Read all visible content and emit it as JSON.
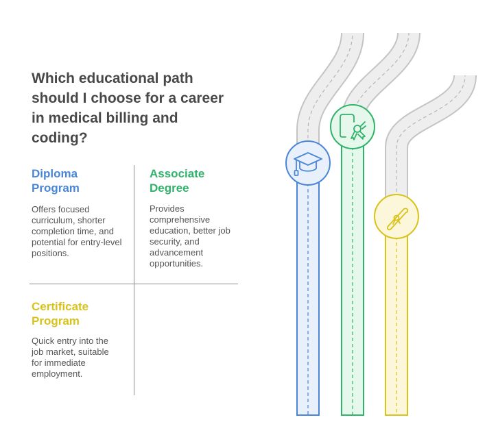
{
  "title": "Which educational path should I choose for a career in medical billing and coding?",
  "options": {
    "diploma": {
      "title": "Diploma Program",
      "description": "Offers focused curriculum, shorter completion time, and potential for entry-level positions.",
      "color": "#4a86d8"
    },
    "associate": {
      "title": "Associate Degree",
      "description": "Provides comprehensive education, better job security, and advancement opportunities.",
      "color": "#2fb36a"
    },
    "certificate": {
      "title": "Certificate Program",
      "description": "Quick entry into the job market, suitable for immediate employment.",
      "color": "#d9c21a"
    }
  },
  "icons": {
    "diploma": "graduation-cap-icon",
    "associate": "diploma-certificate-icon",
    "certificate": "rolled-diploma-icon"
  },
  "colors": {
    "road_gray": "#c4c4c4",
    "road_fill": "#eeeeee",
    "divider": "#8c8c8c",
    "title_text": "#484848",
    "body_text": "#555555"
  }
}
